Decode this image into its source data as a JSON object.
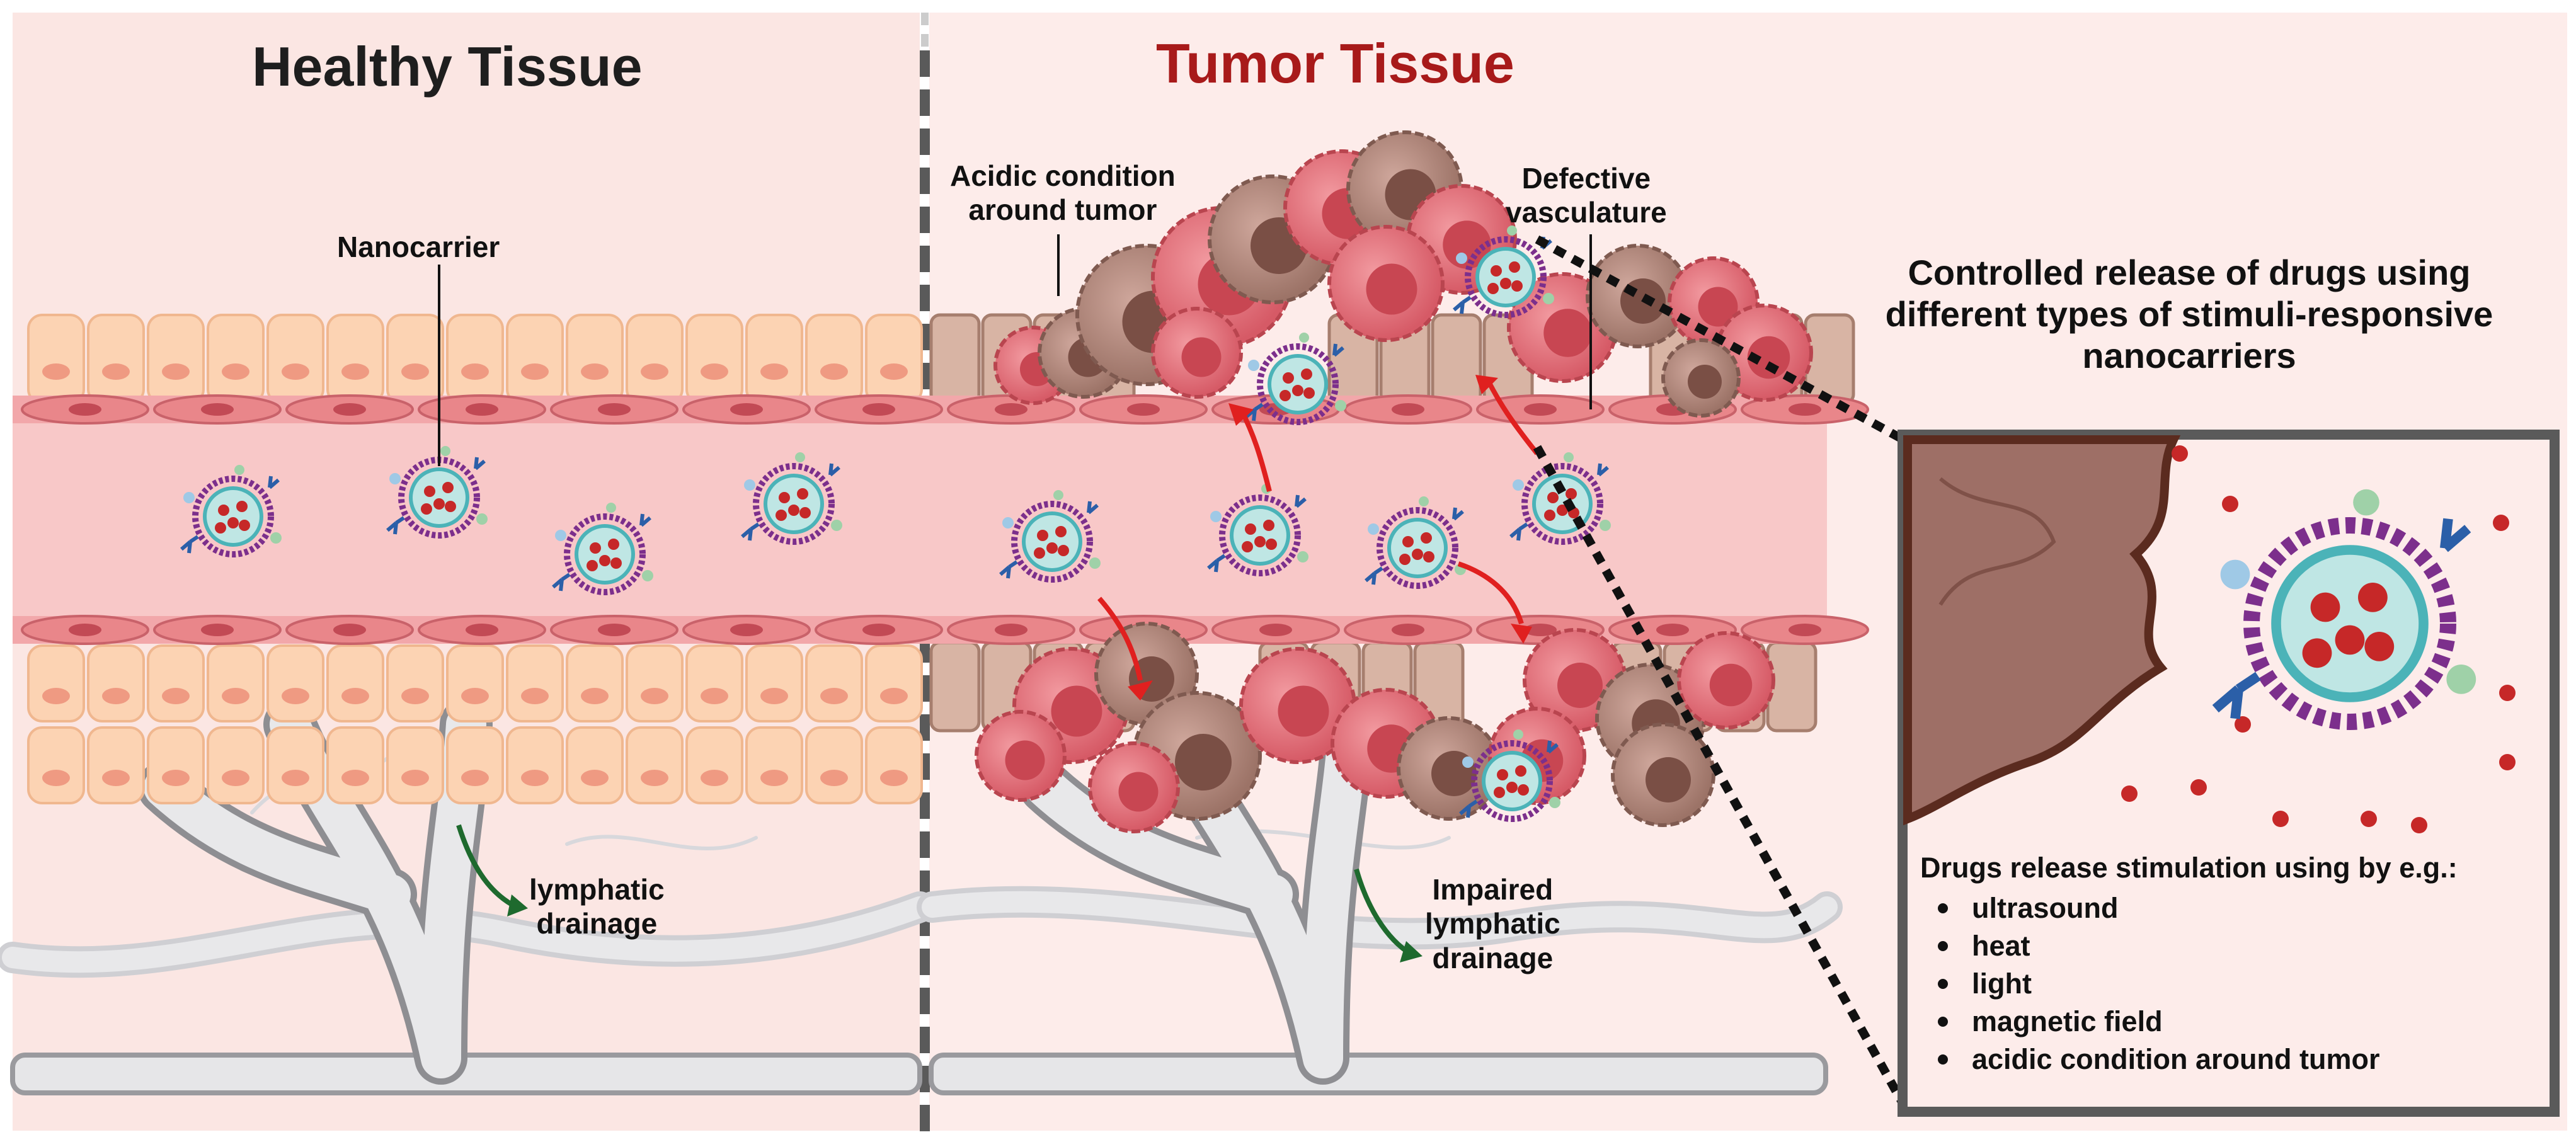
{
  "titles": {
    "healthy": "Healthy Tissue",
    "tumor": "Tumor Tissue"
  },
  "labels": {
    "nanocarrier": "Nanocarrier",
    "acidic_line1": "Acidic condition",
    "acidic_line2": "around tumor",
    "defective_line1": "Defective",
    "defective_line2": "vasculature",
    "lymphatic_line1": "lymphatic",
    "lymphatic_line2": "drainage",
    "impaired_line1": "Impaired",
    "impaired_line2": "lymphatic",
    "impaired_line3": "drainage",
    "controlled_line1": "Controlled release of drugs using",
    "controlled_line2": "different types of stimuli-responsive",
    "controlled_line3": "nanocarriers"
  },
  "stimuli": {
    "heading": "Drugs release stimulation using by e.g.:",
    "items": [
      "ultrasound",
      "heat",
      "light",
      "magnetic field",
      "acidic condition around tumor"
    ]
  },
  "colors": {
    "background_left": "#fbe6e3",
    "background_right": "#fdecea",
    "vessel_lumen": "#f8c8c8",
    "endothelium": "#e9868a",
    "healthy_cell": "#fcd3b3",
    "tumor_cell": "#e0717a",
    "tumor_cell_brown": "#b58a7f",
    "lymph_vessel": "#d6d6d8",
    "title_tumor": "#a81a1a",
    "arrow_red": "#e0201f",
    "arrow_green": "#1e6a2e",
    "nanocarrier_shell": "#7c2f8c",
    "nanocarrier_core": "#4bb3b8",
    "drug_dot": "#c62828",
    "box_border": "#5a5a5a"
  }
}
